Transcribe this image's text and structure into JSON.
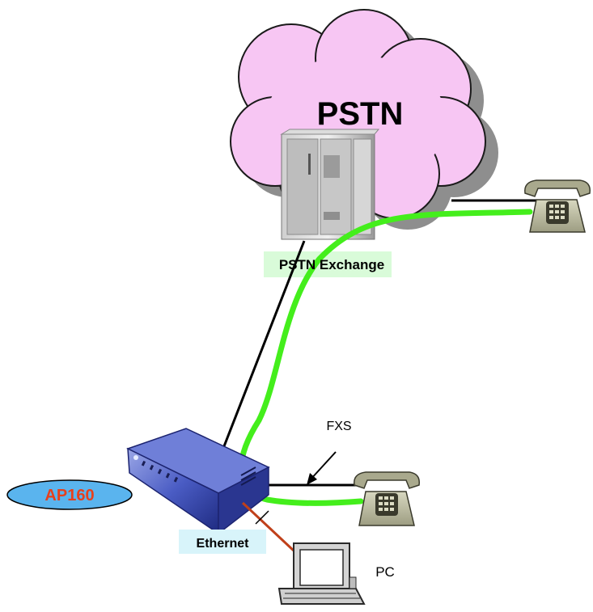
{
  "cloud": {
    "label": "PSTN",
    "fill": "#f7c6f3",
    "shadow": "#8e8e8e"
  },
  "exchange": {
    "label": "PSTN Exchange",
    "label_bg": "#d9fbd9"
  },
  "device": {
    "label": "AP160",
    "label_color": "#e8401c",
    "badge_fill": "#5ab4ee"
  },
  "links": {
    "fxs_label": "FXS",
    "ethernet_label": "Ethernet",
    "ethernet_bg": "#d8f4fa",
    "ethernet_color": "#c0401a",
    "call_path_color": "#44ee1c"
  },
  "pc": {
    "label": "PC"
  },
  "icons": [
    "cloud-icon",
    "exchange-icon",
    "telephone-icon",
    "gateway-device-icon",
    "computer-icon"
  ]
}
